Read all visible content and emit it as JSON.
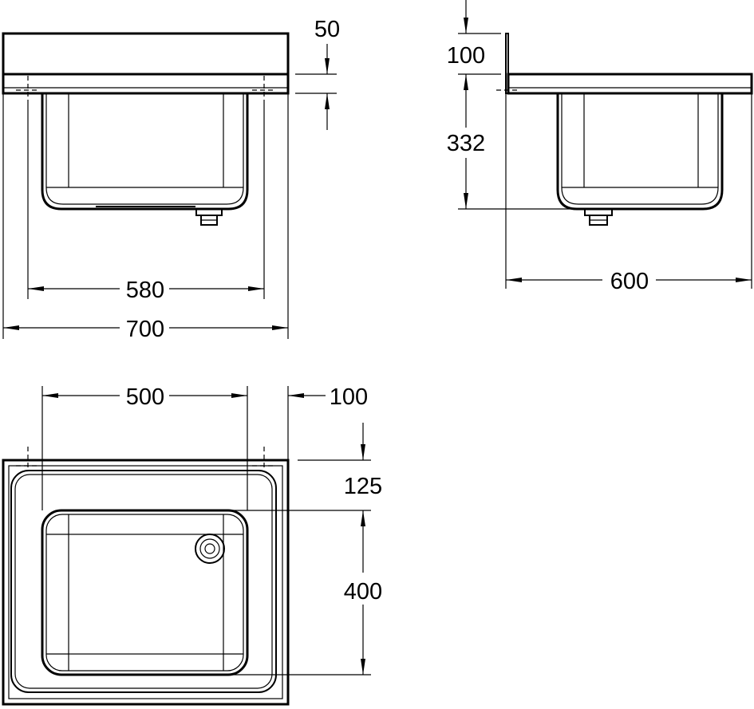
{
  "front_view": {
    "dim_bowl_width": "580",
    "dim_overall_width": "700",
    "dim_rim_height": "50"
  },
  "side_view": {
    "dim_upstand": "100",
    "dim_bowl_depth": "332",
    "dim_overall_depth": "600"
  },
  "top_view": {
    "dim_bowl_width": "500",
    "dim_side_offset": "100",
    "dim_front_offset": "125",
    "dim_bowl_length": "400"
  }
}
